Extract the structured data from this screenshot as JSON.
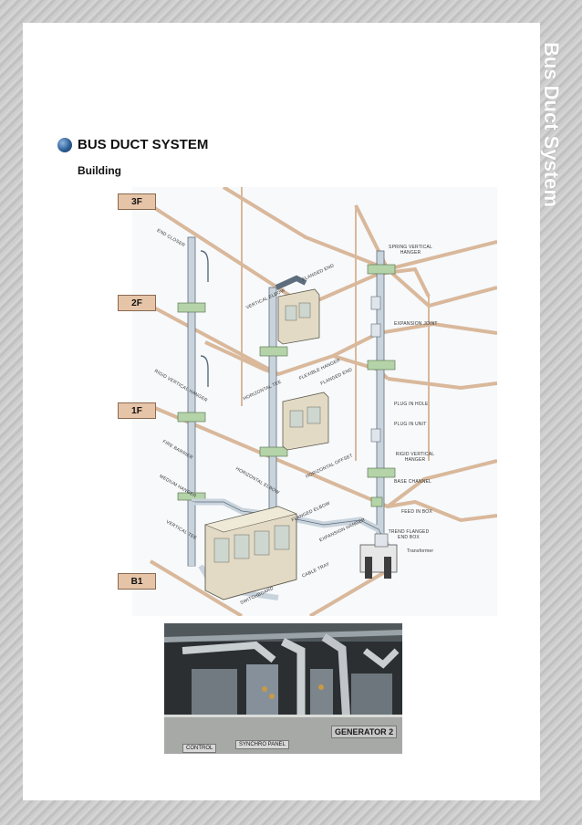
{
  "side_title": "Bus Duct System",
  "heading": "BUS DUCT SYSTEM",
  "subheading": "Building",
  "floors": [
    "3F",
    "2F",
    "1F",
    "B1"
  ],
  "callouts": {
    "end_closer": "END CLOSER",
    "spring_vertical_hanger": "SPRING VERTICAL HANGER",
    "vertical_elbow": "VERTICAL ELBOW",
    "flanged_end": "FLANGED END",
    "expansion_joint": "EXPANSION JOINT",
    "rigid_vertical_hanger_left": "RIGID VERTICAL HANGER",
    "horizontal_tee": "HORIZONTAL TEE",
    "flexible_hanger": "FLEXIBLE HANGER",
    "flanged_end_2": "FLANGED END",
    "plug_in_hole": "PLUG IN HOLE",
    "plug_in_unit": "PLUG IN UNIT",
    "fire_barrier": "FIRE BARRIER",
    "rigid_vertical_hanger_right": "RIGID VERTICAL HANGER",
    "horizontal_offset": "HORIZONTAL OFFSET",
    "horizontal_elbow": "HORIZONTAL ELBOW",
    "base_channel": "BASE CHANNEL",
    "medium_hanger": "MEDIUM HANGER",
    "flanged_elbow": "FLANGED ELBOW",
    "feed_in_box": "FEED IN BOX",
    "vertical_tee": "VERTICAL TEE",
    "expansion_hanger": "EXPANSION HANGER",
    "trend_flanged_end_box": "TREND FLANGED END BOX",
    "transformer": "Transformer",
    "cable_tray": "CABLE TRAY",
    "switchboard": "SWITCHBOARD"
  },
  "photo_labels": {
    "generator": "GENERATOR 2",
    "synchro_panel": "SYNCHRO PANEL",
    "panel_small": "CONTROL"
  },
  "colors": {
    "floor_beam": "#d9b89b",
    "duct": "#c9d3dc",
    "floor_badge": "#e6c4a7",
    "equipment": "#e2dac4"
  }
}
